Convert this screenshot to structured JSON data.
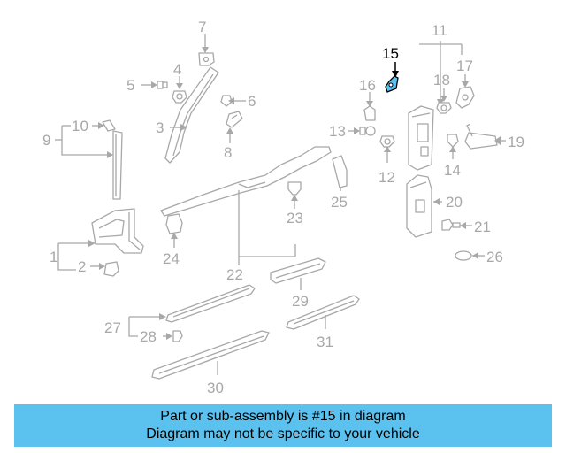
{
  "highlight_color": "#5bc2ef",
  "part_color": "#a8a8a8",
  "callouts": {
    "n1": "1",
    "n2": "2",
    "n3": "3",
    "n4": "4",
    "n5": "5",
    "n6": "6",
    "n7": "7",
    "n8": "8",
    "n9": "9",
    "n10": "10",
    "n11": "11",
    "n12": "12",
    "n13": "13",
    "n14": "14",
    "n15": "15",
    "n16": "16",
    "n17": "17",
    "n18": "18",
    "n19": "19",
    "n20": "20",
    "n21": "21",
    "n22": "22",
    "n23": "23",
    "n24": "24",
    "n25": "25",
    "n26": "26",
    "n27": "27",
    "n28": "28",
    "n29": "29",
    "n30": "30",
    "n31": "31"
  },
  "highlighted_part": "15",
  "banner": {
    "line1": "Part or sub-assembly is #15 in diagram",
    "line2": "Diagram may not be specific to your vehicle"
  }
}
